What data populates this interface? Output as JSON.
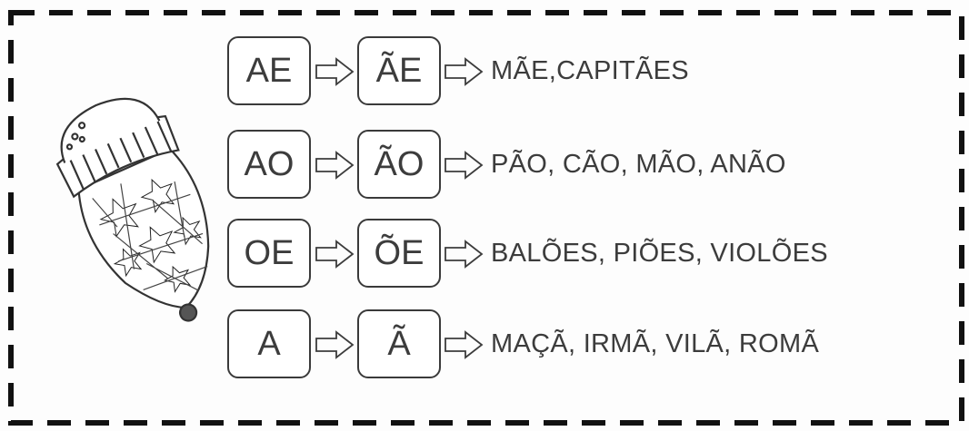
{
  "rows": [
    {
      "from": "AE",
      "to": "ÃE",
      "examples": "MÃE,CAPITÃES"
    },
    {
      "from": "AO",
      "to": "ÃO",
      "examples": "PÃO, CÃO, MÃO, ANÃO"
    },
    {
      "from": "OE",
      "to": "ÕE",
      "examples": "BALÕES, PIÕES, VIOLÕES"
    },
    {
      "from": "A",
      "to": "Ã",
      "examples": "MAÇÃ, IRMÃ, VILÃ, ROMÃ"
    }
  ],
  "icons": {
    "arrow": "outline-arrow-icon",
    "illustration": "winter-hat-icon",
    "border": "dashed-border"
  },
  "colors": {
    "ink": "#3c3c3c",
    "border": "#111111"
  }
}
